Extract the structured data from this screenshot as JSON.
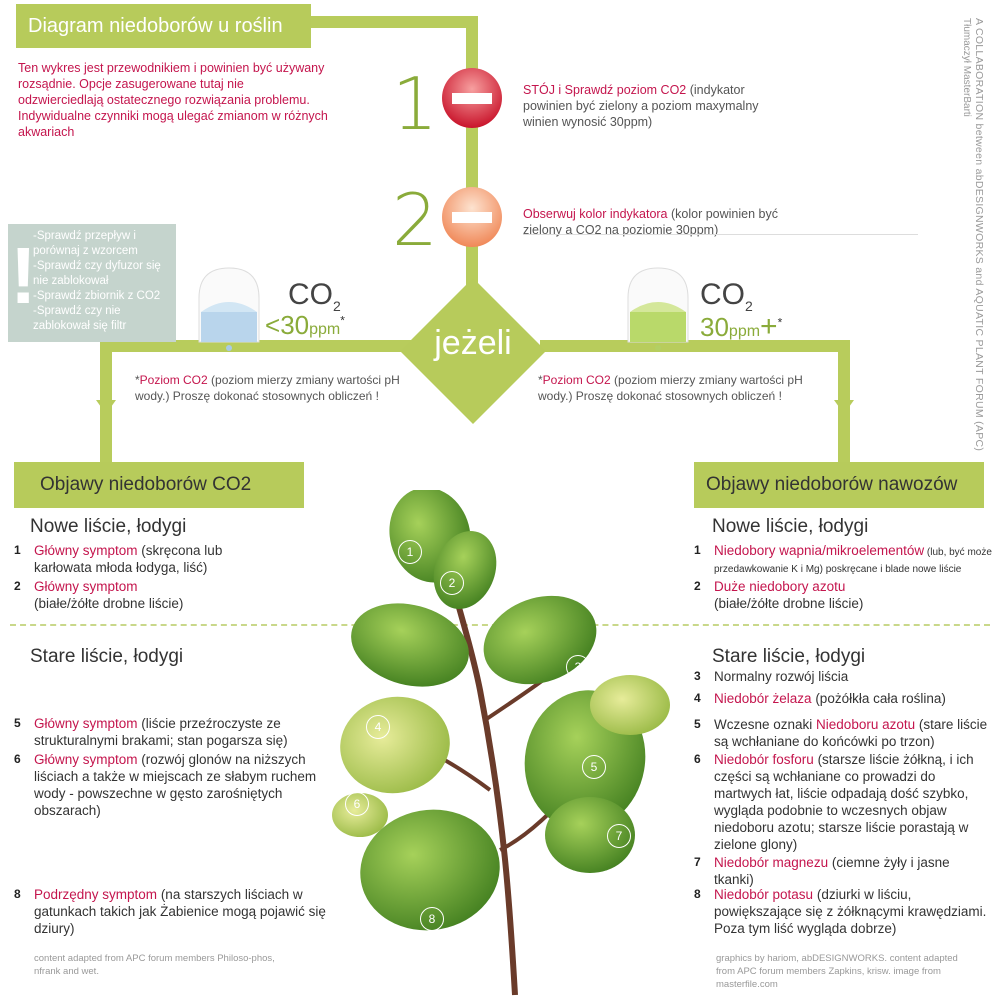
{
  "title": "Diagram niedoborów u roślin",
  "disclaimer": "Ten wykres jest przewodnikiem i powinien być używany rozsądnie. Opcje zasugerowane tutaj nie odzwierciedlają ostatecznego rozwiązania problemu. Indywidualne czynniki mogą ulegać zmianom w różnych akwariach",
  "credit_vertical": "A COLLABORATION between abDESIGNWORKS and AQUATIC PLANT FORUM (APC)",
  "translator": "Tłumaczył MasterBarti",
  "step1": {
    "num": "1",
    "highlight": "STÓJ i Sprawdź poziom CO2",
    "text": " (indykator powinien być zielony a poziom maxymalny winien wynosić 30ppm)"
  },
  "step2": {
    "num": "2",
    "highlight": "Obserwuj kolor indykatora",
    "text": " (kolor powinien być zielony a CO2 na poziomie 30ppm)"
  },
  "warning": {
    "icon": "!",
    "lines": [
      "-Sprawdź przepływ i porównaj z wzorcem",
      "-Sprawdź czy dyfuzor się nie zablokował",
      "-Sprawdź zbiornik z CO2",
      "-Sprawdź czy nie zablokował się filtr"
    ]
  },
  "decision": "jeżeli",
  "left_co2": {
    "label": "CO",
    "sub": "2",
    "comparator": "<",
    "value": "30",
    "unit": "ppm",
    "mark": "*"
  },
  "right_co2": {
    "label": "CO",
    "sub": "2",
    "value": "30",
    "unit": "ppm",
    "comparator": "+",
    "mark": "*"
  },
  "note_left": {
    "star": "*",
    "highlight": "Poziom CO2",
    "text": " (poziom mierzy zmiany wartości pH wody.) Proszę dokonać stosownych obliczeń !"
  },
  "note_right": {
    "star": "*",
    "highlight": "Poziom CO2",
    "text": " (poziom mierzy zmiany wartości pH wody.) Proszę dokonać stosownych obliczeń !"
  },
  "left_section": {
    "title": "Objawy niedoborów CO2",
    "new_heading": "Nowe liście, łodygi",
    "old_heading": "Stare liście, łodygi",
    "items": [
      {
        "n": "1",
        "hl": "Główny symptom",
        "text": " (skręcona lub karłowata młoda łodyga, liść)"
      },
      {
        "n": "2",
        "hl": "Główny symptom",
        "text": " (białe/żółte drobne liście)"
      },
      {
        "n": "5",
        "hl": "Główny symptom",
        "text": " (liście przeźroczyste ze strukturalnymi brakami; stan pogarsza się)"
      },
      {
        "n": "6",
        "hl": "Główny symptom",
        "text": " (rozwój glonów na niższych liściach a także w miejscach ze słabym ruchem wody - powszechne w gęsto zarośniętych obszarach)"
      },
      {
        "n": "8",
        "hl": "Podrzędny symptom",
        "text": " (na starszych liściach w gatunkach takich jak Żabienice mogą pojawić się dziury)"
      }
    ],
    "credit": "content adapted from APC forum members Philoso-phos, nfrank and wet."
  },
  "right_section": {
    "title": "Objawy niedoborów nawozów",
    "new_heading": "Nowe liście, łodygi",
    "old_heading": "Stare liście, łodygi",
    "items": [
      {
        "n": "1",
        "hl": "Niedobory wapnia/mikroelementów",
        "text": " (lub, być może przedawkowanie K i Mg) poskręcane i blade nowe liście"
      },
      {
        "n": "2",
        "hl": "Duże niedobory azotu",
        "text": " (białe/żółte drobne liście)"
      },
      {
        "n": "3",
        "hl": "",
        "text": "Normalny rozwój liścia"
      },
      {
        "n": "4",
        "hl": "Niedobór żelaza",
        "text": " (pożółkła cała roślina)"
      },
      {
        "n": "5",
        "pre": "Wczesne oznaki ",
        "hl": "Niedoboru azotu",
        "text": " (stare liście są wchłaniane do końcówki po trzon)"
      },
      {
        "n": "6",
        "hl": "Niedobór fosforu",
        "text": " (starsze liście żółkną, i ich części są wchłaniane co prowadzi do martwych łat, liście odpadają dość szybko, wygląda podobnie to wczesnych objaw niedoboru azotu; starsze liście porastają w zielone glony)"
      },
      {
        "n": "7",
        "hl": "Niedobór magnezu",
        "text": " (ciemne żyły i jasne tkanki)"
      },
      {
        "n": "8",
        "hl": "Niedobór potasu",
        "text": " (dziurki w liściu, powiększające się z żółknącymi krawędziami. Poza tym liść wygląda dobrze)"
      }
    ],
    "credit": "graphics by hariom, abDESIGNWORKS. content adapted from  APC forum members Zapkins, krisw. image from masterfile.com"
  },
  "leaf_labels": [
    "1",
    "2",
    "3",
    "4",
    "5",
    "6",
    "7",
    "8"
  ],
  "colors": {
    "accent_green": "#b7cb5b",
    "magenta": "#c4154d",
    "stop_red": "#d9263a",
    "observe_orange": "#f3a074"
  }
}
